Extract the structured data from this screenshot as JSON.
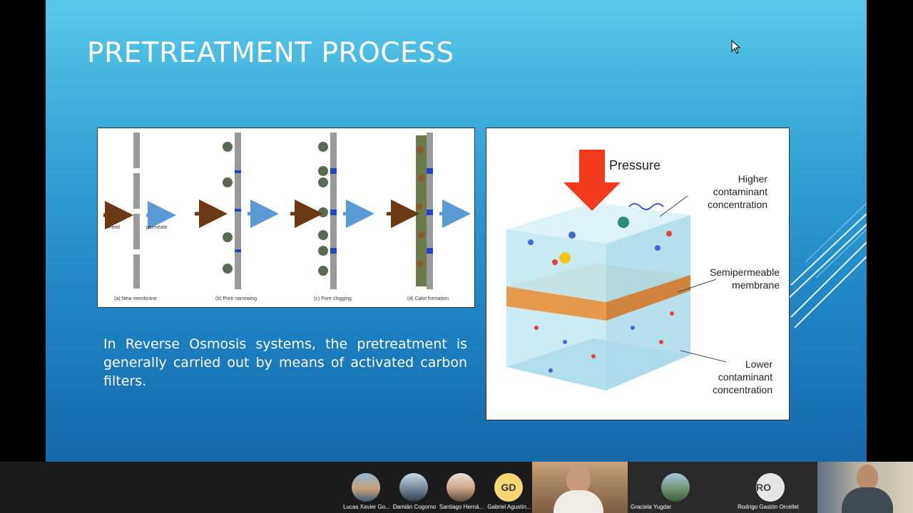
{
  "slide": {
    "title": "PRETREATMENT PROCESS",
    "body": "In Reverse Osmosis systems, the pretreatment is generally carried out by means of activated carbon filters."
  },
  "figure_fouling": {
    "feed_label": "Feed",
    "permeate_label": "permeate",
    "panels": [
      {
        "caption": "(a) New membrane"
      },
      {
        "caption": "(b) Pore narrowing"
      },
      {
        "caption": "(c) Pore clogging"
      },
      {
        "caption": "(d) Cake formation"
      }
    ]
  },
  "figure_ro": {
    "pressure_label": "Pressure",
    "higher_l1": "Higher",
    "higher_l2": "contaminant",
    "higher_l3": "concentration",
    "semi_l1": "Semipermeable",
    "semi_l2": "membrane",
    "lower_l1": "Lower",
    "lower_l2": "contaminant",
    "lower_l3": "concentration"
  },
  "participants": [
    {
      "name": "Lucas Xavier Go...",
      "kind": "photo"
    },
    {
      "name": "Damián Cogorno",
      "kind": "photo"
    },
    {
      "name": "Santiago Herná...",
      "kind": "photo"
    },
    {
      "name": "Gabriel Agustín...",
      "kind": "initials",
      "initials": "GD"
    },
    {
      "name": "Graciela Yugdar",
      "kind": "photo"
    },
    {
      "name": "Rodrigo Gastón Orcellet",
      "kind": "initials",
      "initials": "RO"
    }
  ],
  "colors": {
    "arrow_feed": "#6b3a14",
    "arrow_permeate": "#5b9bd5",
    "pressure_arrow": "#f23a1f",
    "membrane": "#e59a4e"
  }
}
